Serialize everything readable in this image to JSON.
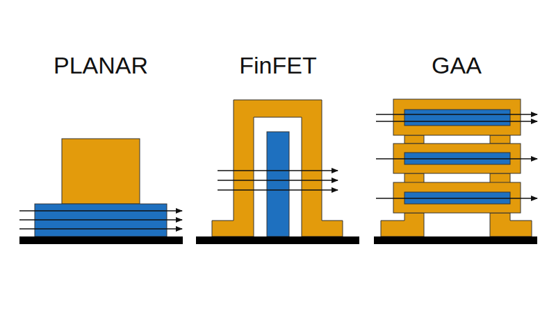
{
  "diagram": {
    "labels": [
      "PLANAR",
      "FinFET",
      "GAA"
    ]
  }
}
